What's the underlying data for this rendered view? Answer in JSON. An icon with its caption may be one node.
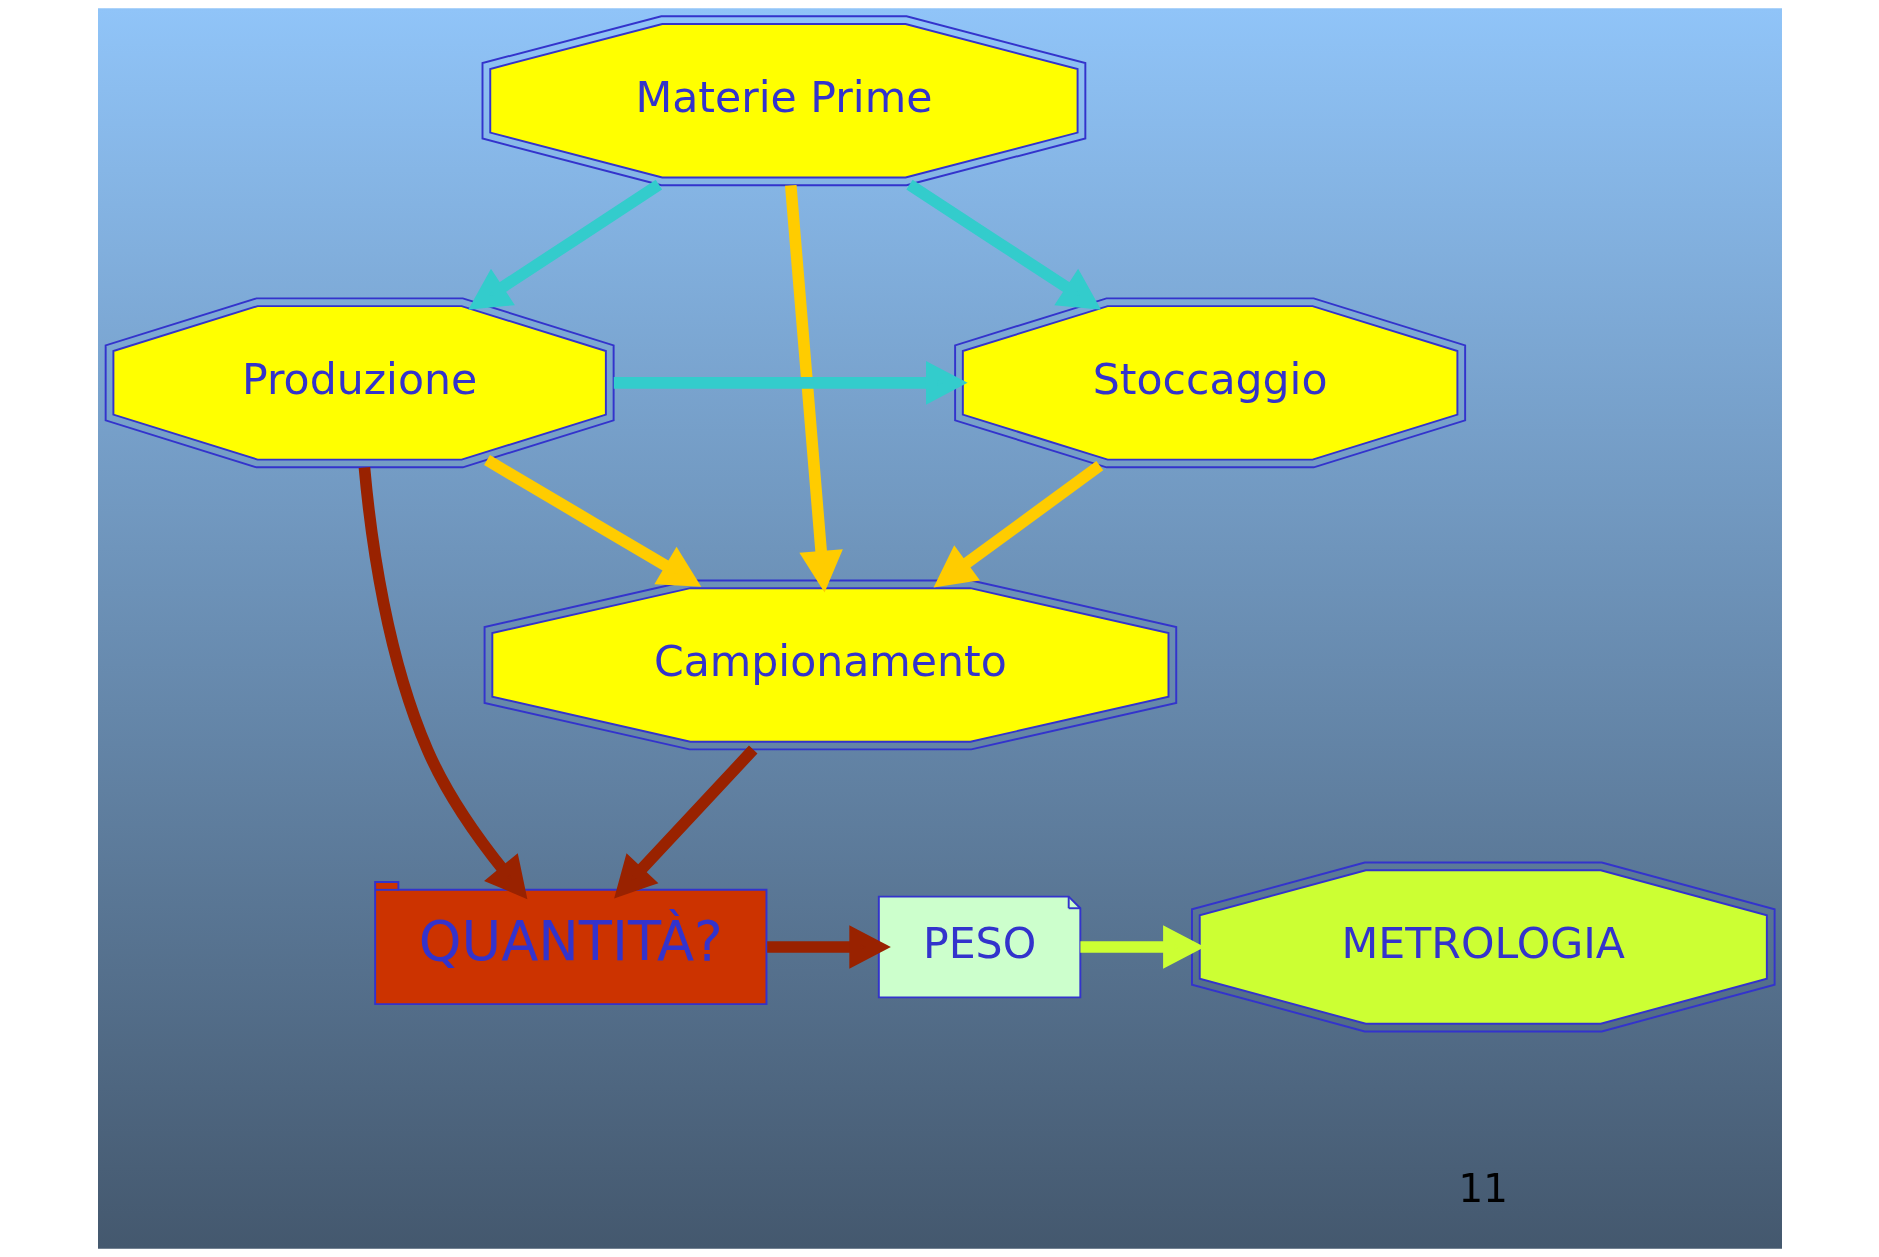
{
  "diagram": {
    "nodes": [
      {
        "text": [
          "Materie Prime"
        ]
      },
      {
        "text": [
          "Produzione"
        ]
      },
      {
        "text": [
          "Stoccaggio"
        ]
      },
      {
        "text": [
          "Campionamento"
        ]
      },
      {
        "text": [
          "QUANTITÀ?"
        ]
      },
      {
        "text": [
          "PESO"
        ]
      },
      {
        "text": [
          "METROLOGIA"
        ]
      }
    ],
    "edges": [
      {
        "from": 0,
        "to": 1,
        "arrow": "to",
        "color": "#33cccc"
      },
      {
        "from": 0,
        "to": 3,
        "arrow": "to",
        "color": "#ffcc00"
      },
      {
        "from": 0,
        "to": 2,
        "arrow": "to",
        "color": "#33cccc"
      },
      {
        "from": 1,
        "to": 2,
        "arrow": "to",
        "color": "#33cccc"
      },
      {
        "from": 1,
        "to": 3,
        "arrow": "to",
        "color": "#ffcc00"
      },
      {
        "from": 2,
        "to": 3,
        "arrow": "to",
        "color": "#ffcc00"
      },
      {
        "from": 1,
        "to": 4,
        "arrow": "to",
        "color": "#992200"
      },
      {
        "from": 3,
        "to": 4,
        "arrow": "to",
        "color": "#992200"
      },
      {
        "from": 4,
        "to": 5,
        "arrow": "to",
        "color": "#992200"
      },
      {
        "from": 5,
        "to": 6,
        "arrow": "to",
        "color": "#ccff33"
      }
    ],
    "labels": [
      "11"
    ]
  }
}
